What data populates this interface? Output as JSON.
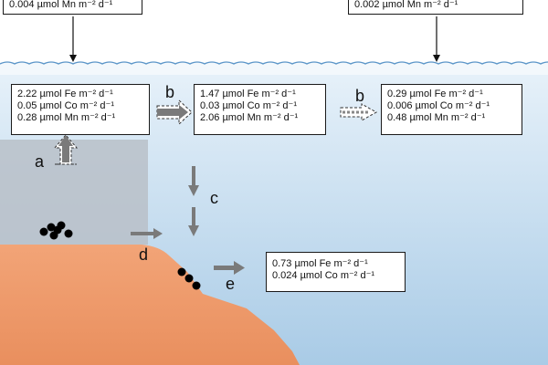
{
  "top_flux_left": {
    "lines": [
      "0.004 µmol Mn m⁻² d⁻¹"
    ]
  },
  "top_flux_right": {
    "lines": [
      "0.002 µmol Mn m⁻² d⁻¹"
    ]
  },
  "shelf_flux": {
    "lines": [
      "2.22 µmol Fe m⁻² d⁻¹",
      "0.05 µmol Co m⁻² d⁻¹",
      "0.28 µmol Mn m⁻² d⁻¹"
    ]
  },
  "mid_flux": {
    "lines": [
      "1.47 µmol Fe m⁻² d⁻¹",
      "0.03 µmol Co m⁻² d⁻¹",
      "2.06 µmol Mn m⁻² d⁻¹"
    ]
  },
  "offshore_flux": {
    "lines": [
      "0.29 µmol Fe m⁻² d⁻¹",
      "0.006 µmol Co m⁻² d⁻¹",
      "0.48 µmol Mn m⁻² d⁻¹"
    ]
  },
  "slope_flux": {
    "lines": [
      "0.73 µmol Fe m⁻² d⁻¹",
      "0.024 µmol Co m⁻² d⁻¹"
    ]
  },
  "process_labels": {
    "a": "a",
    "b1": "b",
    "b2": "b",
    "c": "c",
    "d": "d",
    "e": "e"
  },
  "colors": {
    "water_top": "#e8f2fa",
    "water_bottom": "#a9cbe6",
    "surface_band": "#f3f8fc",
    "wave": "#5b95c8",
    "sediment_top": "#f2a477",
    "sediment_bottom": "#e98f5e",
    "shelf_box": "#b9bfc8",
    "arrow_gray": "#7a7a7a",
    "particle": "#000000"
  },
  "icons": {
    "wave": "wave-line-icon",
    "deposition": "down-arrow-icon",
    "flux": "right-arrow-icon",
    "dashed_flux": "dashed-right-arrow-icon",
    "benthic": "up-arrow-icon",
    "particles": "particle-cluster-icon"
  }
}
